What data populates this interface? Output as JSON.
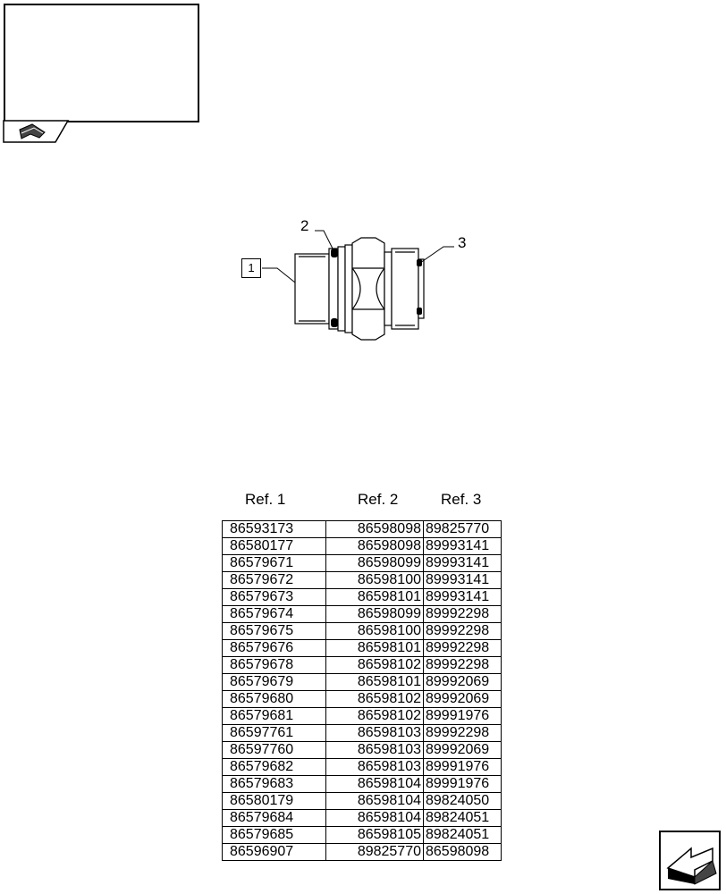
{
  "callouts": {
    "part1": "1",
    "part2": "2",
    "part3": "3"
  },
  "table": {
    "headers": [
      "Ref. 1",
      "Ref. 2",
      "Ref. 3"
    ],
    "rows": [
      [
        "86593173",
        "86598098",
        "89825770"
      ],
      [
        "86580177",
        "86598098",
        "89993141"
      ],
      [
        "86579671",
        "86598099",
        "89993141"
      ],
      [
        "86579672",
        "86598100",
        "89993141"
      ],
      [
        "86579673",
        "86598101",
        "89993141"
      ],
      [
        "86579674",
        "86598099",
        "89992298"
      ],
      [
        "86579675",
        "86598100",
        "89992298"
      ],
      [
        "86579676",
        "86598101",
        "89992298"
      ],
      [
        "86579678",
        "86598102",
        "89992298"
      ],
      [
        "86579679",
        "86598101",
        "89992069"
      ],
      [
        "86579680",
        "86598102",
        "89992069"
      ],
      [
        "86579681",
        "86598102",
        "89991976"
      ],
      [
        "86597761",
        "86598103",
        "89992298"
      ],
      [
        "86597760",
        "86598103",
        "89992069"
      ],
      [
        "86579682",
        "86598103",
        "89991976"
      ],
      [
        "86579683",
        "86598104",
        "89991976"
      ],
      [
        "86580179",
        "86598104",
        "89824050"
      ],
      [
        "86579684",
        "86598104",
        "89824051"
      ],
      [
        "86579685",
        "86598105",
        "89824051"
      ],
      [
        "86596907",
        "89825770",
        "86598098"
      ]
    ]
  },
  "icons": {
    "header_tab": "hand-pointer-icon",
    "footer_nav": "next-page-arrow-icon"
  }
}
